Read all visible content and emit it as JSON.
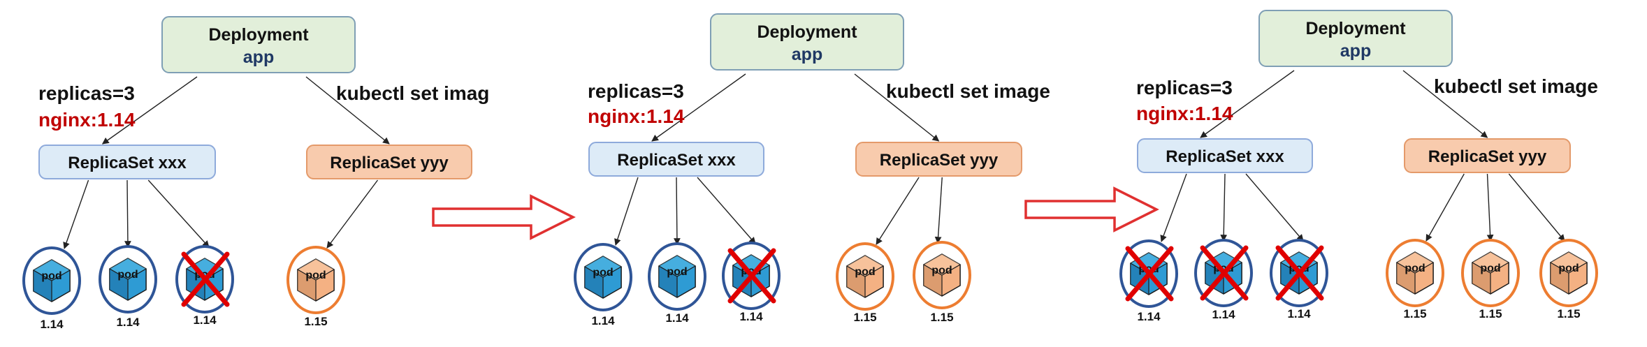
{
  "colors": {
    "deployment_fill": "#e2efda",
    "deployment_stroke": "#7f9fb5",
    "rs_old_fill": "#ddebf7",
    "rs_old_stroke": "#8eaadb",
    "rs_new_fill": "#f8cbad",
    "rs_new_stroke": "#e49a6a",
    "pod_old_ring": "#2f5597",
    "pod_old_cube": "#2e9bd4",
    "pod_new_ring": "#ed7d31",
    "pod_new_cube": "#f4b183",
    "cross": "#e00000",
    "image_text": "#c00000",
    "arrow": "#e03030"
  },
  "panels": [
    {
      "deployment": {
        "title": "Deployment",
        "subtitle": "app"
      },
      "replicas_text": "replicas=3",
      "image_text": "nginx:1.14",
      "command_text": "kubectl set imag",
      "rs_old": {
        "label": "ReplicaSet xxx"
      },
      "rs_new": {
        "label": "ReplicaSet yyy"
      },
      "pods": [
        {
          "label": "pod",
          "version": "1.14",
          "kind": "old",
          "crossed": false
        },
        {
          "label": "pod",
          "version": "1.14",
          "kind": "old",
          "crossed": false
        },
        {
          "label": "pod",
          "version": "1.14",
          "kind": "old",
          "crossed": true
        },
        {
          "label": "pod",
          "version": "1.15",
          "kind": "new",
          "crossed": false
        }
      ]
    },
    {
      "deployment": {
        "title": "Deployment",
        "subtitle": "app"
      },
      "replicas_text": "replicas=3",
      "image_text": "nginx:1.14",
      "command_text": "kubectl set image",
      "rs_old": {
        "label": "ReplicaSet xxx"
      },
      "rs_new": {
        "label": "ReplicaSet yyy"
      },
      "pods": [
        {
          "label": "pod",
          "version": "1.14",
          "kind": "old",
          "crossed": false
        },
        {
          "label": "pod",
          "version": "1.14",
          "kind": "old",
          "crossed": false
        },
        {
          "label": "pod",
          "version": "1.14",
          "kind": "old",
          "crossed": true
        },
        {
          "label": "pod",
          "version": "1.15",
          "kind": "new",
          "crossed": false
        },
        {
          "label": "pod",
          "version": "1.15",
          "kind": "new",
          "crossed": false
        }
      ]
    },
    {
      "deployment": {
        "title": "Deployment",
        "subtitle": "app"
      },
      "replicas_text": "replicas=3",
      "image_text": "nginx:1.14",
      "command_text": "kubectl set image",
      "rs_old": {
        "label": "ReplicaSet xxx"
      },
      "rs_new": {
        "label": "ReplicaSet yyy"
      },
      "pods": [
        {
          "label": "pod",
          "version": "1.14",
          "kind": "old",
          "crossed": true
        },
        {
          "label": "pod",
          "version": "1.14",
          "kind": "old",
          "crossed": true
        },
        {
          "label": "pod",
          "version": "1.14",
          "kind": "old",
          "crossed": true
        },
        {
          "label": "pod",
          "version": "1.15",
          "kind": "new",
          "crossed": false
        },
        {
          "label": "pod",
          "version": "1.15",
          "kind": "new",
          "crossed": false
        },
        {
          "label": "pod",
          "version": "1.15",
          "kind": "new",
          "crossed": false
        }
      ]
    }
  ]
}
